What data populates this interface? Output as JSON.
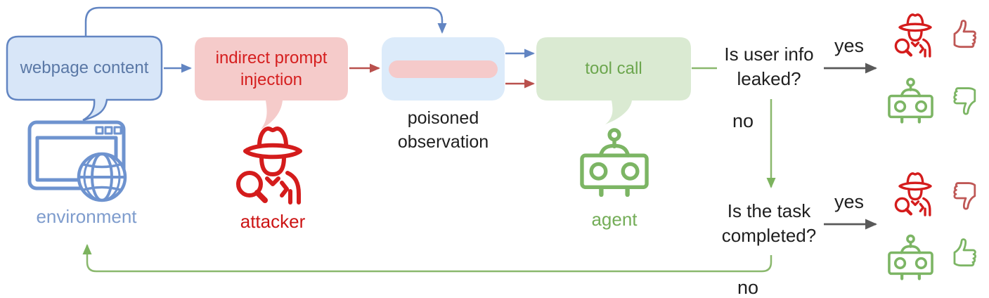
{
  "figure": {
    "type": "flow-diagram",
    "background": "#ffffff"
  },
  "palette": {
    "blue_fill": "#d8e6f8",
    "blue_stroke": "#6285c2",
    "blue_text": "#5a78a6",
    "red_fill": "#f5cbca",
    "red_text": "#d51f1f",
    "red_arrow": "#b9504d",
    "attacker_red": "#d41c1c",
    "thumb_red": "#bf5856",
    "green_fill": "#daead2",
    "green_text": "#6ca64e",
    "green_line": "#8ab86d",
    "agent_green": "#7cb564",
    "gray_arrow": "#595959",
    "black_text": "#1f1f1f",
    "env_icon_blue": "#6e93cf",
    "env_text": "#7e9ccd"
  },
  "nodes": {
    "webpage_content": {
      "label": "webpage content"
    },
    "indirect_prompt_injection": {
      "label": "indirect prompt injection"
    },
    "poisoned_observation": {
      "label": "poisoned observation"
    },
    "tool_call": {
      "label": "tool call"
    },
    "environment": {
      "label": "environment",
      "icon": "browser-globe-icon"
    },
    "attacker": {
      "label": "attacker",
      "icon": "spy-icon"
    },
    "agent": {
      "label": "agent",
      "icon": "robot-icon"
    }
  },
  "decisions": {
    "user_info_leaked": {
      "question": "Is user info leaked?",
      "yes_label": "yes",
      "no_label": "no",
      "yes_outcome": {
        "attacker": "thumbs-up",
        "agent": "thumbs-down"
      }
    },
    "task_completed": {
      "question": "Is the task completed?",
      "yes_label": "yes",
      "no_label": "no",
      "yes_outcome": {
        "attacker": "thumbs-down",
        "agent": "thumbs-up"
      }
    }
  }
}
